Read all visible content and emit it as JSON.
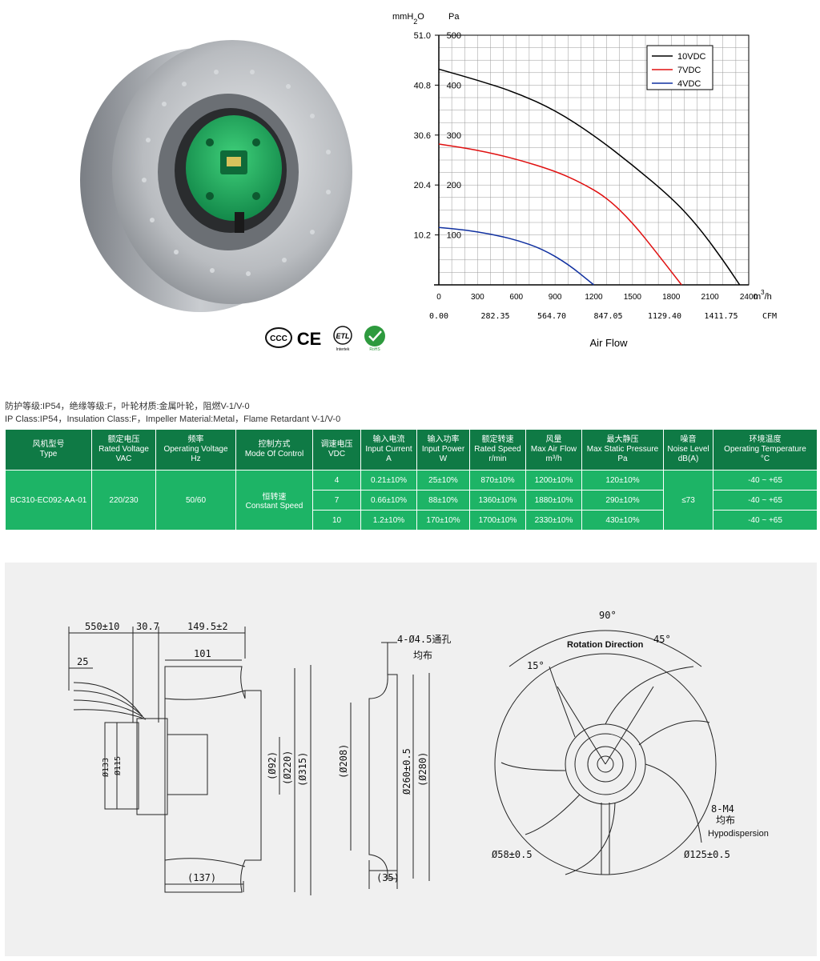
{
  "chart_data": {
    "type": "line",
    "x_cmh_ticks": [
      "0",
      "300",
      "600",
      "900",
      "1200",
      "1500",
      "1800",
      "2100",
      "2400"
    ],
    "x_cfm_ticks": [
      "0.00",
      "282.35",
      "564.70",
      "847.05",
      "1129.40",
      "1411.75"
    ],
    "y_pa_ticks": [
      "500",
      "400",
      "300",
      "200",
      "100"
    ],
    "y_mmh2o_ticks": [
      "51.0",
      "40.8",
      "30.6",
      "20.4",
      "10.2"
    ],
    "unit_left_label": "mmH",
    "unit_left_sub": "2",
    "unit_left_tail": "O",
    "unit_right_label": "Pa",
    "unit_x_label": "m",
    "unit_x_sup": "3",
    "unit_x_tail": "/h",
    "unit_cfm_label": "CFM",
    "xlabel": "Air Flow",
    "xlim": [
      0,
      2400
    ],
    "ylim": [
      0,
      500
    ],
    "grid": true,
    "legend_position": "top-right",
    "series": [
      {
        "name": "10VDC",
        "color": "#000000",
        "x": [
          0,
          300,
          600,
          900,
          1200,
          1500,
          1800,
          2000,
          2200,
          2330
        ],
        "y": [
          432,
          410,
          385,
          350,
          300,
          240,
          175,
          120,
          50,
          0
        ]
      },
      {
        "name": "7VDC",
        "color": "#e01010",
        "x": [
          0,
          300,
          600,
          900,
          1100,
          1300,
          1500,
          1700,
          1880
        ],
        "y": [
          282,
          270,
          252,
          228,
          205,
          175,
          125,
          60,
          0
        ]
      },
      {
        "name": "4VDC",
        "color": "#1030a0",
        "x": [
          0,
          200,
          400,
          600,
          800,
          1000,
          1200
        ],
        "y": [
          115,
          110,
          102,
          90,
          72,
          42,
          0
        ]
      }
    ]
  },
  "certs": {
    "ccc": "CCC",
    "ce": "CE",
    "etl_top": "ETL",
    "etl_bottom": "Intertek",
    "rohs": "RoHS"
  },
  "spec": {
    "line_cn": "防护等级:IP54，绝缘等级:F，叶轮材质:金属叶轮，阻燃V-1/V-0",
    "line_en": "IP Class:IP54，Insulation Class:F，Impeller Material:Metal，Flame Retardant V-1/V-0",
    "headers": [
      [
        "风机型号",
        "Type",
        ""
      ],
      [
        "额定电压",
        "Rated Voltage",
        "VAC"
      ],
      [
        "频率",
        "Operating Voltage",
        "Hz"
      ],
      [
        "控制方式",
        "Mode Of Control",
        ""
      ],
      [
        "调速电压",
        "VDC",
        ""
      ],
      [
        "输入电流",
        "Input Current",
        "A"
      ],
      [
        "输入功率",
        "Input Power",
        "W"
      ],
      [
        "额定转速",
        "Rated Speed",
        "r/min"
      ],
      [
        "风量",
        "Max Air Flow",
        "m³/h"
      ],
      [
        "最大静压",
        "Max Static Pressure",
        "Pa"
      ],
      [
        "噪音",
        "Noise Level",
        "dB(A)"
      ],
      [
        "环境温度",
        "Operating Temperature",
        "°C"
      ]
    ],
    "type": "BC310-EC092-AA-01",
    "voltage": "220/230",
    "freq": "50/60",
    "control_cn": "恒转速",
    "control_en": "Constant Speed",
    "noise": "≤73",
    "rows": [
      {
        "vdc": "4",
        "current": "0.21±10%",
        "power": "25±10%",
        "speed": "870±10%",
        "flow": "1200±10%",
        "pressure": "120±10%",
        "temp": "-40 ~ +65"
      },
      {
        "vdc": "7",
        "current": "0.66±10%",
        "power": "88±10%",
        "speed": "1360±10%",
        "flow": "1880±10%",
        "pressure": "290±10%",
        "temp": "-40 ~ +65"
      },
      {
        "vdc": "10",
        "current": "1.2±10%",
        "power": "170±10%",
        "speed": "1700±10%",
        "flow": "2330±10%",
        "pressure": "430±10%",
        "temp": "-40 ~ +65"
      }
    ]
  },
  "drawing": {
    "side": {
      "d550": "550±10",
      "d30": "30.7",
      "d149": "149.5±2",
      "d25": "25",
      "d101": "101",
      "d133": "Ø133",
      "d115": "Ø115",
      "d92": "(Ø92)",
      "d220": "(Ø220)",
      "d315": "(Ø315)",
      "d137": "(137)"
    },
    "ring": {
      "holes": "4-Ø4.5通孔",
      "holes2": "均布",
      "d208": "(Ø208)",
      "d260": "Ø260±0.5",
      "d280": "(Ø280)",
      "d35": "(35)"
    },
    "front": {
      "a90": "90°",
      "a45": "45°",
      "a15": "15°",
      "rotation": "Rotation  Direction",
      "m4": "8-M4",
      "m4b": "均布",
      "hypo": "Hypodispersion",
      "d58": "Ø58±0.5",
      "d125": "Ø125±0.5"
    }
  }
}
